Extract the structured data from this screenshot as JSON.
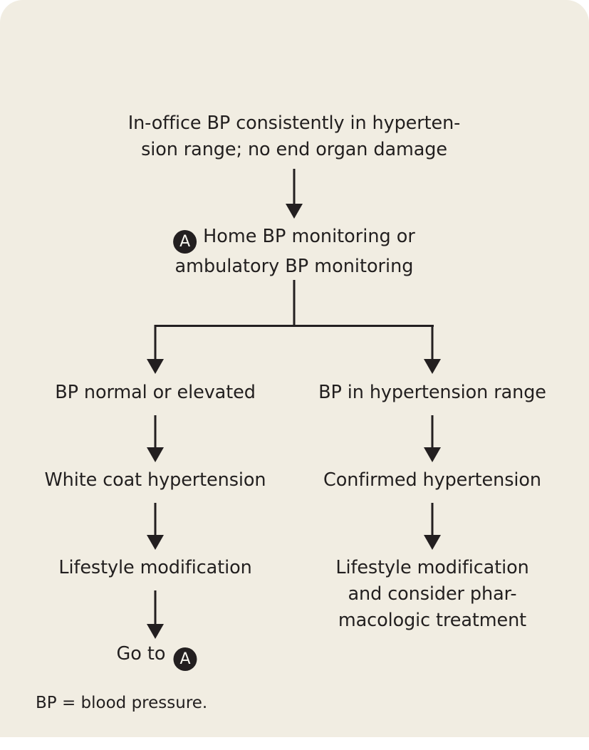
{
  "figure": {
    "title_text": "In-office BP consistently in hyperten-\nsion range; no end organ damage",
    "background_color": "#f1ede2",
    "line_color": "#231f20",
    "text_color": "#221f1f",
    "badge_color": "#231f20",
    "badge_text_color": "#f8f6f0"
  },
  "nodes": {
    "start": {
      "label": "In-office BP consistently in hyperten-\nsion range; no end organ damage"
    },
    "monitoring": {
      "badge": "A",
      "line1": "Home BP monitoring or",
      "line2": "ambulatory BP monitoring"
    },
    "branch_left": {
      "result": "BP normal or elevated",
      "diagnosis": "White coat hypertension",
      "treatment": "Lifestyle modification",
      "goto_label": "Go to",
      "goto_badge": "A"
    },
    "branch_right": {
      "result": "BP in hypertension range",
      "diagnosis": "Confirmed hypertension",
      "treatment": "Lifestyle modification\nand consider phar-\nmacologic treatment"
    }
  },
  "footnote": {
    "text": "BP = blood pressure."
  }
}
